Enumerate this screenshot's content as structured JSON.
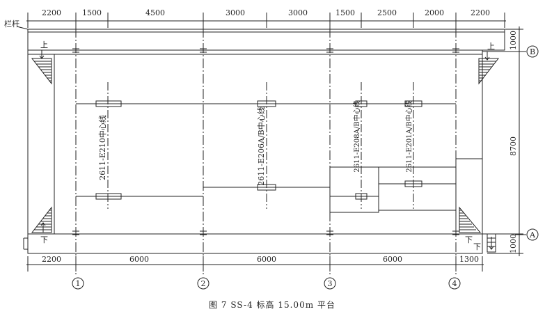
{
  "caption": "图 7   SS-4 标高 15.00m 平台",
  "railing_label": "栏杆",
  "top_dimensions": [
    "2200",
    "1500",
    "4500",
    "3000",
    "3000",
    "1500",
    "2500",
    "2000",
    "2200"
  ],
  "bottom_dimensions": [
    "2200",
    "6000",
    "6000",
    "6000",
    "1300"
  ],
  "right_dimensions": [
    "1000",
    "8700",
    "1000"
  ],
  "column_axes": [
    "1",
    "2",
    "3",
    "4"
  ],
  "row_axes": [
    "B",
    "A"
  ],
  "stairs": {
    "top_left": "上",
    "top_right": "上",
    "bottom_left": "下",
    "bottom_right_a": "下",
    "bottom_right_b": "下"
  },
  "equipment_centerlines": [
    "2611-E210中心线",
    "2611-E206A/B中心线",
    "2611-E208A/B中心线",
    "2611-E201A/B中心线"
  ]
}
